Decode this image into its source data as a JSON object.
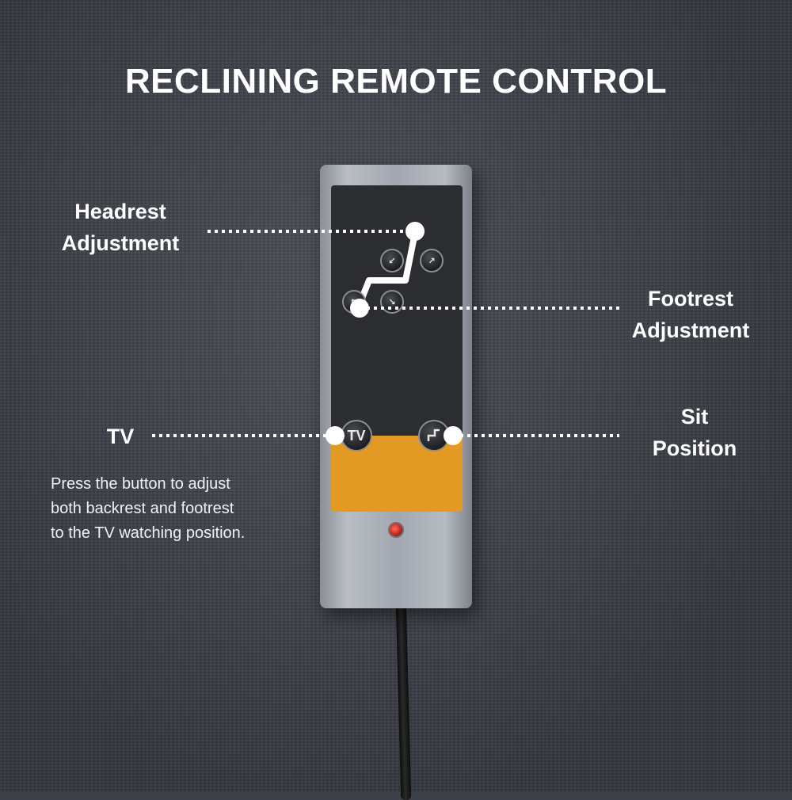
{
  "title": "RECLINING REMOTE CONTROL",
  "labels": {
    "headrest": [
      "Headrest",
      "Adjustment"
    ],
    "footrest": [
      "Footrest",
      "Adjustment"
    ],
    "tv": "TV",
    "sit": [
      "Sit",
      "Position"
    ]
  },
  "description": [
    "Press the button to adjust",
    "both backrest and footrest",
    "to the TV watching position."
  ],
  "remote": {
    "tv_button_text": "TV",
    "colors": {
      "panel_dark": "#2c2d30",
      "panel_orange": "#e39a24",
      "body_silver": "#a3a8b0",
      "led": "#d32f1f"
    }
  },
  "icons": [
    "headrest-up-icon",
    "headrest-down-icon",
    "footrest-up-icon",
    "footrest-down-icon",
    "sit-position-icon"
  ]
}
